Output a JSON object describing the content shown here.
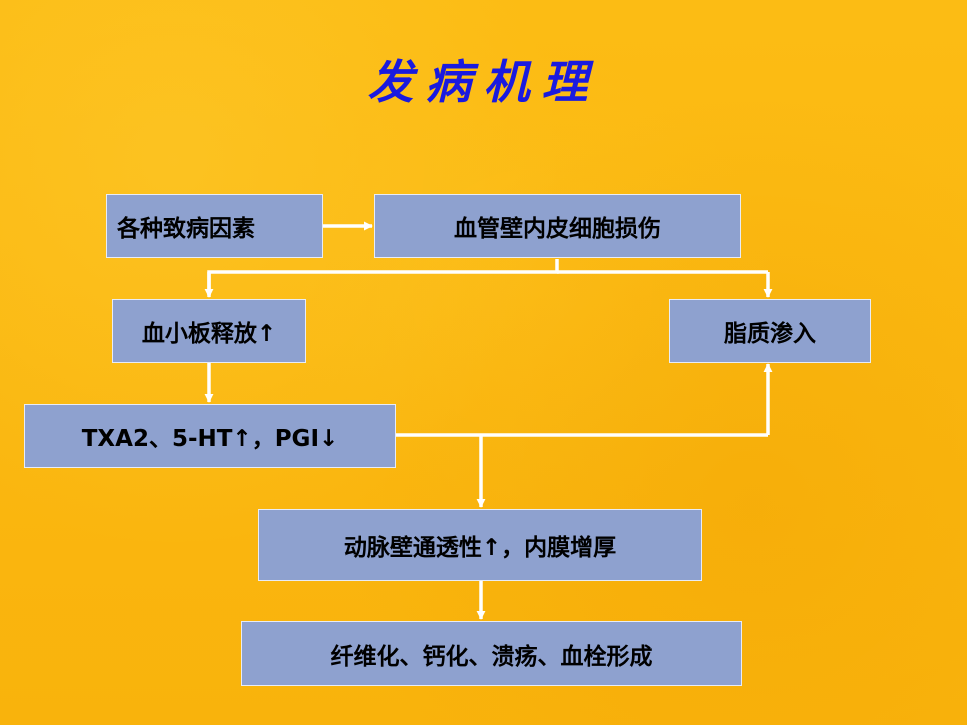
{
  "slide": {
    "title": "发病机理",
    "background_color": "#FBB810",
    "title_color": "#1A1ADF",
    "box_color": "#8EA1CF",
    "arrow_color": "#FFFFFF"
  },
  "nodes": {
    "causes": "各种致病因素",
    "endothelial_injury": "血管壁内皮细胞损伤",
    "platelet_release": "血小板释放↑",
    "lipid_infiltration": "脂质渗入",
    "mediators": "TXA2、5-HT↑，PGI↓",
    "permeability": "动脉壁通透性↑，内膜增厚",
    "outcomes": "纤维化、钙化、溃疡、血栓形成"
  }
}
